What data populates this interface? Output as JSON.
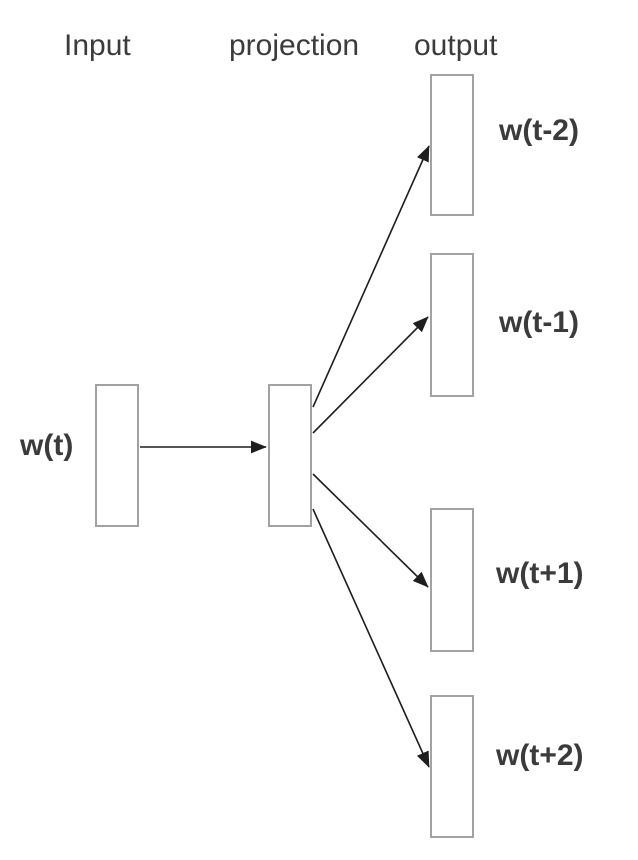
{
  "diagram": {
    "headers": {
      "input": "Input",
      "projection": "projection",
      "output": "output"
    },
    "input_word": "w(t)",
    "output_words": [
      "w(t-2)",
      "w(t-1)",
      "w(t+1)",
      "w(t+2)"
    ],
    "nodes": {
      "input_box": "input vector",
      "projection_box": "projection layer",
      "output_boxes": 4
    },
    "colors": {
      "box_border": "#a2a2a2",
      "arrow": "#1e1e1e",
      "text": "#3b3b3b",
      "background": "#ffffff"
    }
  }
}
